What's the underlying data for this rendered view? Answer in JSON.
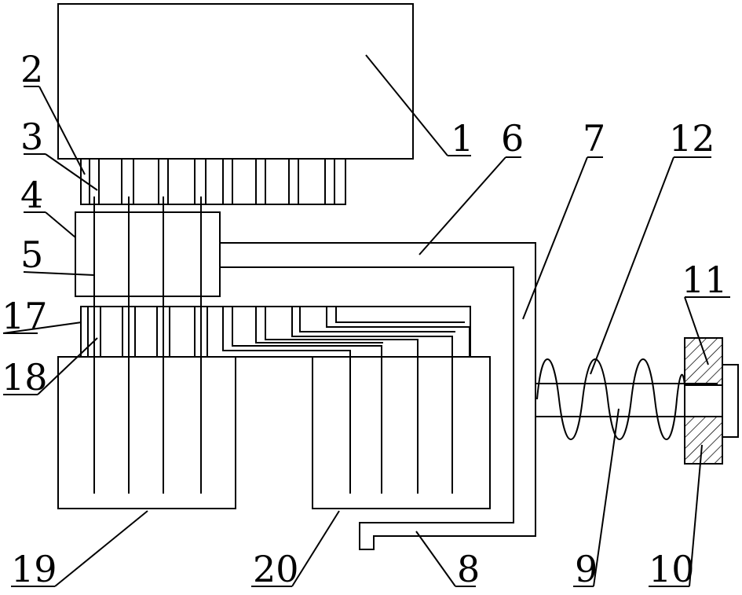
{
  "labels": {
    "l1": "1",
    "l2": "2",
    "l3": "3",
    "l4": "4",
    "l5": "5",
    "l6": "6",
    "l7": "7",
    "l8": "8",
    "l9": "9",
    "l10": "10",
    "l11": "11",
    "l12": "12",
    "l17": "17",
    "l18": "18",
    "l19": "19",
    "l20": "20"
  }
}
